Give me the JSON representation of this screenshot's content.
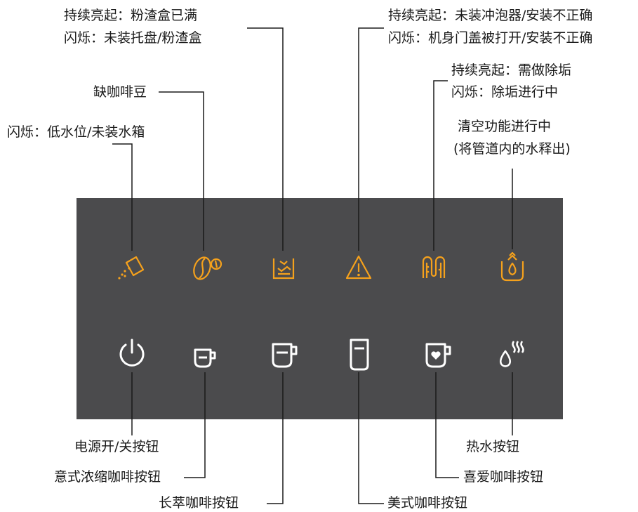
{
  "colors": {
    "panel": "#4b4b4d",
    "indicator": "#f5a11c",
    "button": "#ffffff",
    "line": "#1a1a1a"
  },
  "indicators": {
    "water": {
      "icon": "water-tank-icon",
      "line1": "闪烁：低水位/未装水箱"
    },
    "beans": {
      "icon": "coffee-bean-icon",
      "line1": "缺咖啡豆"
    },
    "grounds": {
      "icon": "grounds-container-icon",
      "line1": "持续亮起：粉渣盒已满",
      "line2": "闪烁：未装托盘/粉渣盒"
    },
    "alert": {
      "icon": "warning-icon",
      "line1": "持续亮起：未装冲泡器/安装不正确",
      "line2": "闪烁：机身门盖被打开/安装不正确"
    },
    "descale": {
      "icon": "descale-icon",
      "line1": "持续亮起：需做除垢",
      "line2": "闪烁：除垢进行中"
    },
    "empty": {
      "icon": "empty-system-icon",
      "line1": "清空功能进行中",
      "line2": "(将管道内的水释出)"
    }
  },
  "buttons": {
    "power": {
      "icon": "power-icon",
      "label": "电源开/关按钮"
    },
    "espresso": {
      "icon": "espresso-cup-icon",
      "label": "意式浓缩咖啡按钮"
    },
    "long": {
      "icon": "long-coffee-cup-icon",
      "label": "长萃咖啡按钮"
    },
    "americano": {
      "icon": "americano-glass-icon",
      "label": "美式咖啡按钮"
    },
    "favorite": {
      "icon": "favorite-cup-icon",
      "label": "喜爱咖啡按钮"
    },
    "hot_water": {
      "icon": "hot-water-icon",
      "label": "热水按钮"
    }
  }
}
